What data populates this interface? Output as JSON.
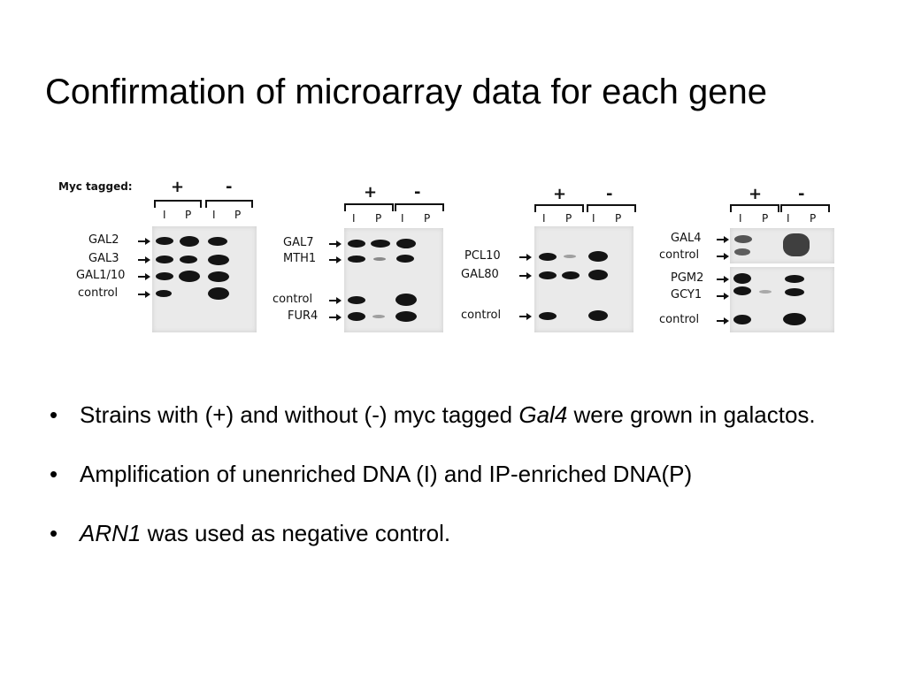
{
  "slide": {
    "title": "Confirmation of microarray data for each gene"
  },
  "figure": {
    "myc_label": "Myc tagged:",
    "plus": "+",
    "minus": "-",
    "lane_i": "I",
    "lane_p": "P",
    "panel1": {
      "labels": [
        "GAL2",
        "GAL3",
        "GAL1/10",
        "control"
      ]
    },
    "panel2": {
      "labels": [
        "GAL7",
        "MTH1",
        "control",
        "FUR4"
      ]
    },
    "panel3": {
      "labels": [
        "PCL10",
        "GAL80",
        "control"
      ]
    },
    "panel4": {
      "labels": [
        "GAL4",
        "control",
        "PGM2",
        "GCY1",
        "control"
      ]
    }
  },
  "bullets": {
    "b1_pre": "Strains with (+) and without (-) myc tagged ",
    "b1_em": "Gal4",
    "b1_post": " were grown in galactos.",
    "b2": "Amplification of unenriched DNA (I) and IP-enriched DNA(P)",
    "b3_em": "ARN1",
    "b3_post": " was used as negative control."
  }
}
